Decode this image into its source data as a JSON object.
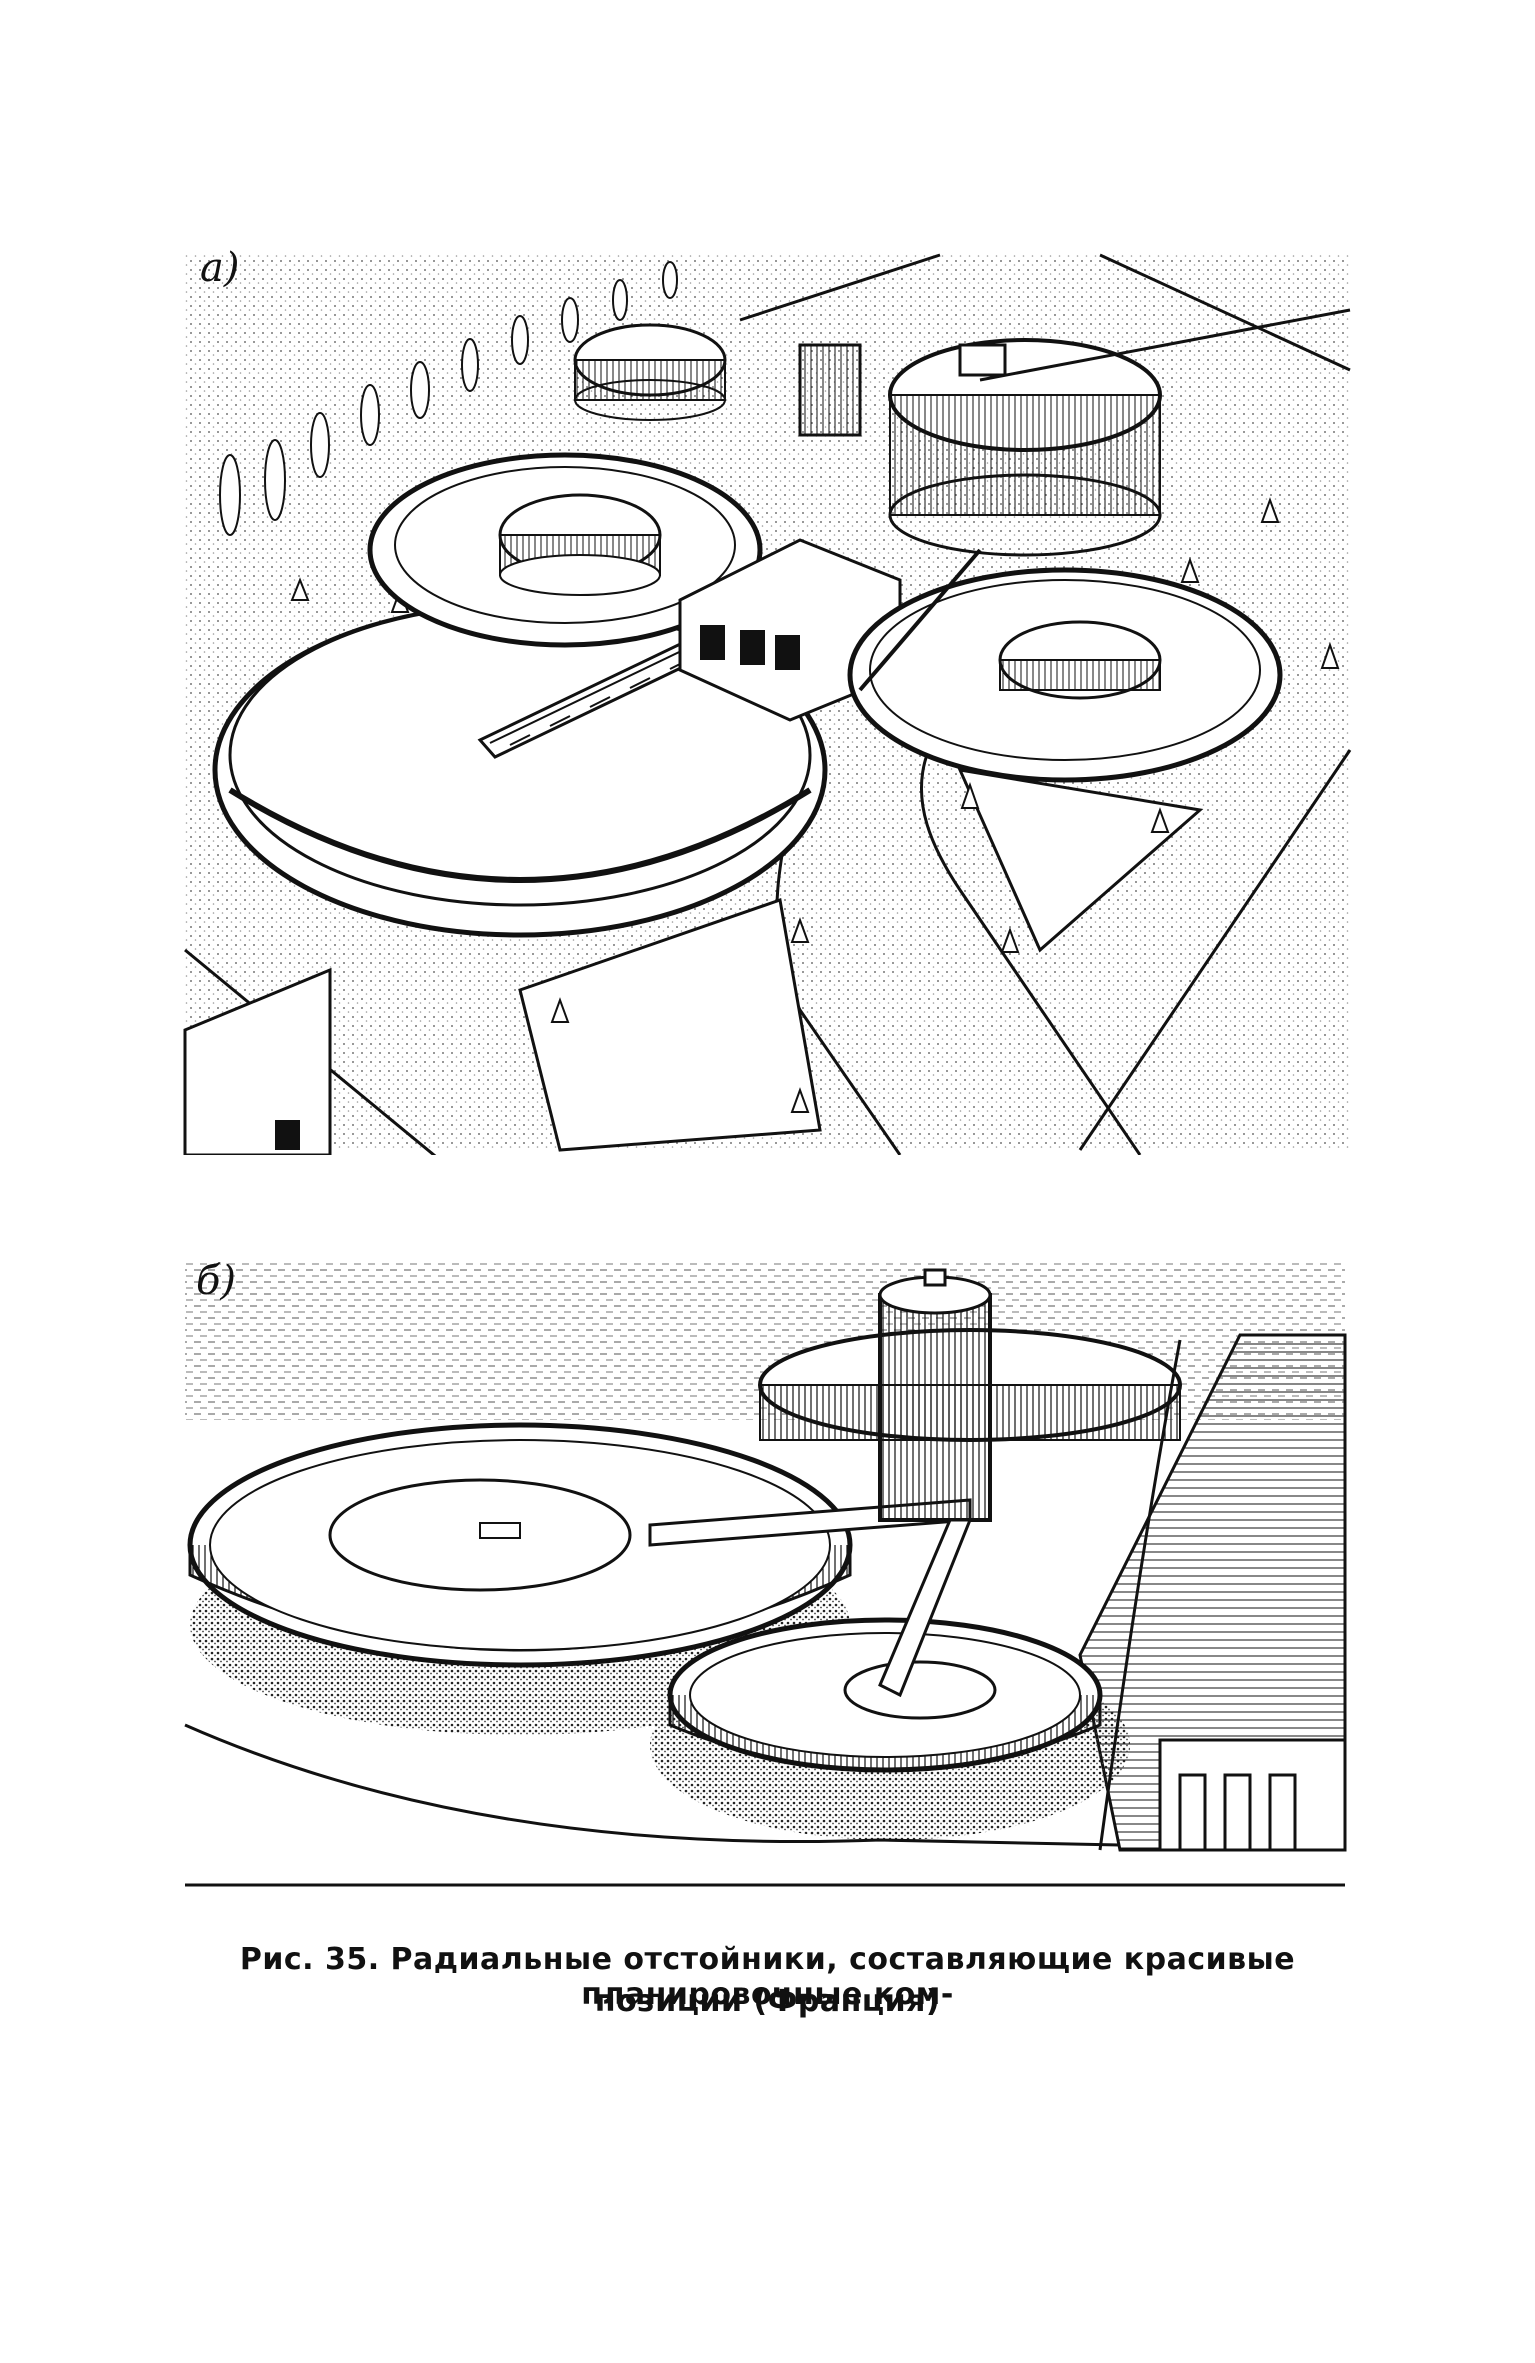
{
  "figure": {
    "panel_a_label": "a)",
    "panel_b_label": "б)",
    "caption_line_1": "Рис. 35. Радиальные отстойники, составляющие красивые планировочные ком-",
    "caption_line_2": "позиции (Франция)"
  },
  "colors": {
    "ink": "#111111",
    "paper": "#ffffff",
    "stipple": "#9a9a9a"
  }
}
